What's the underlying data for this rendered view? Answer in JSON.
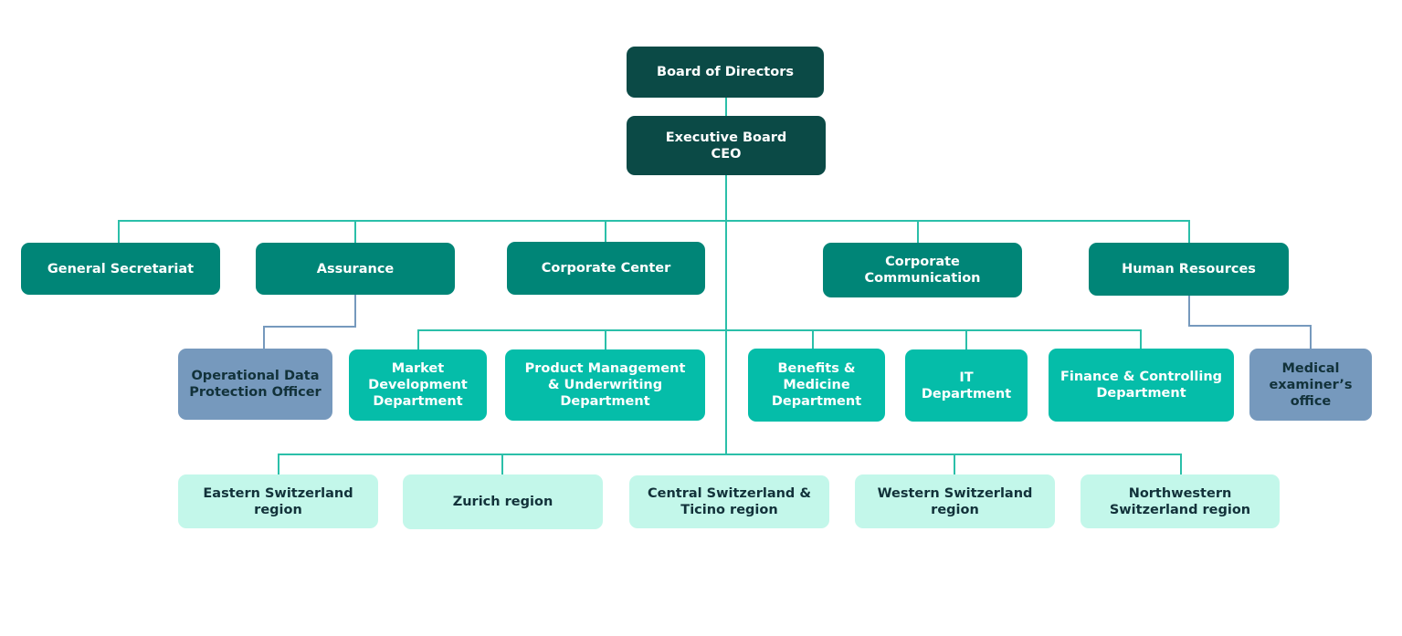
{
  "colors": {
    "dark": "#0b4a46",
    "teal": "#008577",
    "bright": "#05bda9",
    "steel": "#7699bd",
    "mint": "#c3f7ea",
    "connector_teal": "#2bbfa9",
    "connector_steel": "#7699bd"
  },
  "nodes": {
    "board": "Board of Directors",
    "executive": "Executive Board\nCEO",
    "general_secretariat": "General Secretariat",
    "assurance": "Assurance",
    "corporate_center": "Corporate Center",
    "corporate_communication": "Corporate\nCommunication",
    "human_resources": "Human Resources",
    "data_protection": "Operational Data\nProtection Officer",
    "market_dev": "Market\nDevelopment\nDepartment",
    "product_mgmt": "Product Management\n& Underwriting\nDepartment",
    "benefits": "Benefits &\nMedicine\nDepartment",
    "it": "IT\nDepartment",
    "finance": "Finance & Controlling\nDepartment",
    "medical": "Medical\nexaminer’s\noffice",
    "eastern": "Eastern Switzerland\nregion",
    "zurich": "Zurich region",
    "central": "Central Switzerland &\nTicino region",
    "western": "Western Switzerland\nregion",
    "northwestern": "Northwestern\nSwitzerland region"
  }
}
